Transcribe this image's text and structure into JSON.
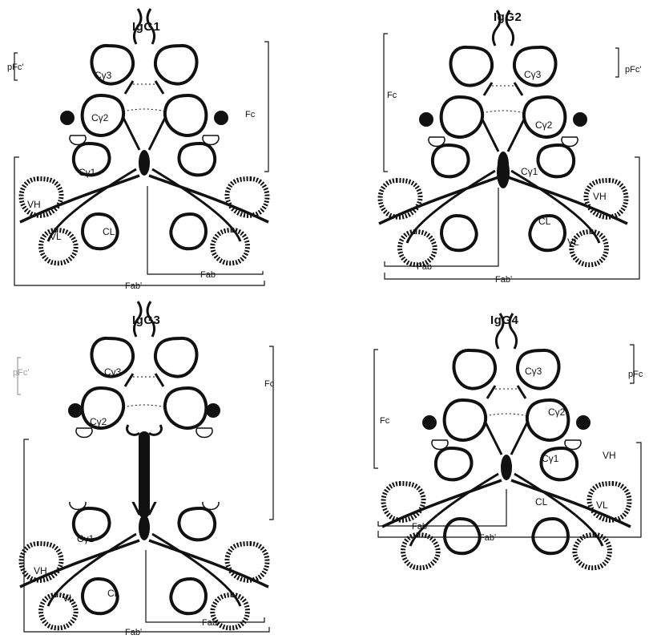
{
  "panels": [
    {
      "key": "igg1",
      "title": "IgG1",
      "pfc_label": "pFc'",
      "fc_label": "Fc",
      "fab_label": "Fab",
      "bottom_label": "Fabʹ",
      "domains": {
        "ch3": "Cγ3",
        "ch2": "Cγ2",
        "ch1": "Cγ1",
        "vh": "VH",
        "vl": "VL",
        "cl": "CL"
      }
    },
    {
      "key": "igg2",
      "title": "IgG2",
      "pfc_label": "pFc'",
      "fc_label": "Fc",
      "fab_label": "Fab",
      "bottom_label": "Fabʹ",
      "domains": {
        "ch3": "Cγ3",
        "ch2": "Cγ2",
        "ch1": "Cγ1",
        "vh": "VH",
        "vl": "VL",
        "cl": "CL"
      }
    },
    {
      "key": "igg3",
      "title": "IgG3",
      "pfc_label": "pFc'",
      "fc_label": "Fc",
      "fab_label": "Fab",
      "bottom_label": "Fabʹ",
      "domains": {
        "ch3": "Cγ3",
        "ch2": "Cγ2",
        "ch1": "Cγ1",
        "vh": "VH",
        "vl": "VL",
        "cl": "CL"
      }
    },
    {
      "key": "igg4",
      "title": "IgG4",
      "pfc_label": "pFc",
      "fc_label": "Fc",
      "fab_label": "Fab",
      "bottom_label": "Fabʹ",
      "domains": {
        "ch3": "Cγ3",
        "ch2": "Cγ2",
        "ch1": "Cγ1",
        "vh": "VH",
        "vl": "VL",
        "cl": "CL"
      }
    }
  ],
  "colors": {
    "ink": "#111111",
    "faint": "#9a9a9a",
    "background": "#ffffff"
  }
}
